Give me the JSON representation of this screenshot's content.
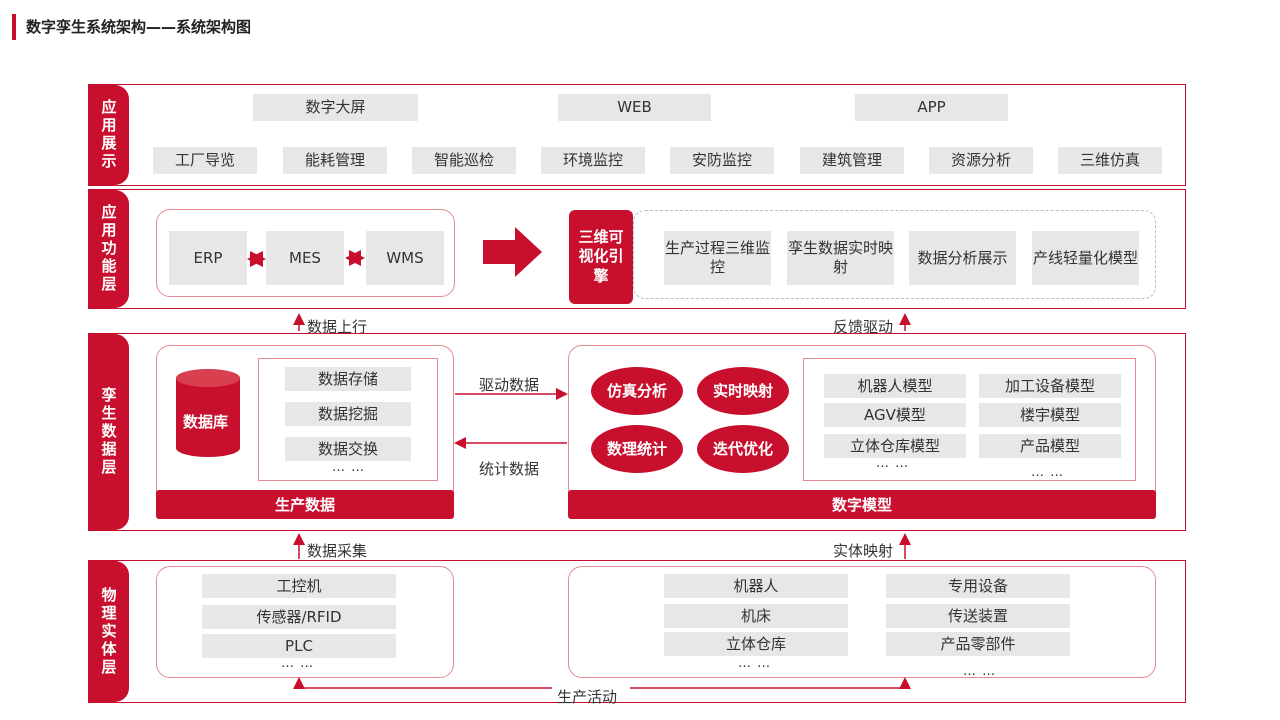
{
  "title": "数字孪生系统架构——系统架构图",
  "colors": {
    "accent": "#c8102e",
    "chip": "#e7e7e7",
    "border_light": "#e58a94"
  },
  "layers": {
    "app_display": {
      "tab": "应用展示",
      "top_row": [
        "数字大屏",
        "WEB",
        "APP"
      ],
      "bottom_row": [
        "工厂导览",
        "能耗管理",
        "智能巡检",
        "环境监控",
        "安防监控",
        "建筑管理",
        "资源分析",
        "三维仿真"
      ]
    },
    "app_function": {
      "tab": "应用功能层",
      "systems": [
        "ERP",
        "MES",
        "WMS"
      ],
      "engine": "三维可视化引擎",
      "modules": [
        "生产过程三维监控",
        "孪生数据实时映射",
        "数据分析展示",
        "产线轻量化模型"
      ]
    },
    "twin_data": {
      "tab": "孪生数据层",
      "database": "数据库",
      "data_ops": [
        "数据存储",
        "数据挖掘",
        "数据交换"
      ],
      "more": "… …",
      "production_data": "生产数据",
      "drive_data": "驱动数据",
      "stat_data": "统计数据",
      "capabilities": [
        "仿真分析",
        "实时映射",
        "数理统计",
        "迭代优化"
      ],
      "models_left": [
        "机器人模型",
        "AGV模型",
        "立体仓库模型"
      ],
      "models_right": [
        "加工设备模型",
        "楼宇模型",
        "产品模型"
      ],
      "more_left": "… …",
      "more_right": "… …",
      "digital_model": "数字模型"
    },
    "physical": {
      "tab": "物理实体层",
      "left_items": [
        "工控机",
        "传感器/RFID",
        "PLC"
      ],
      "left_more": "… …",
      "mid_items": [
        "机器人",
        "机床",
        "立体仓库"
      ],
      "mid_more": "… …",
      "right_items": [
        "专用设备",
        "传送装置",
        "产品零部件"
      ],
      "right_more": "… …"
    }
  },
  "flows": {
    "data_up": "数据上行",
    "feedback": "反馈驱动",
    "collect": "数据采集",
    "mapping": "实体映射",
    "activity": "生产活动"
  },
  "icons": [
    "double-arrow-icon",
    "big-right-arrow-icon",
    "up-arrow-icon",
    "database-icon"
  ]
}
